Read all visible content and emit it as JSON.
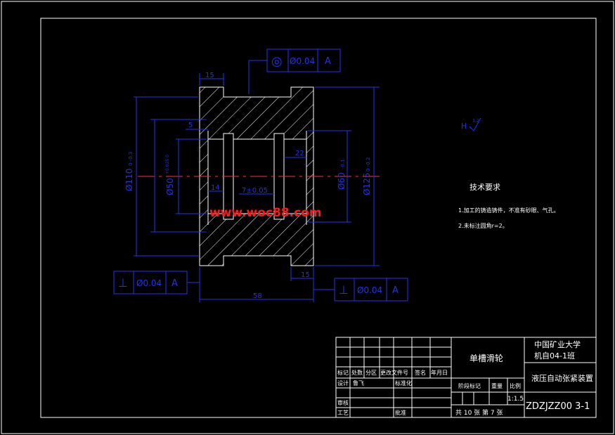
{
  "drawing": {
    "watermark": "www.woc88.com",
    "part_title": "单槽滑轮",
    "tech": {
      "heading": "技术要求",
      "note1": "1.加工的铸造铸件，不准有砂眼、气孔。",
      "note2": "2.未标注圆角r=2。"
    },
    "roughness": {
      "letter": "H",
      "sym": "3.2"
    },
    "gdt": {
      "top": {
        "symbol": "◎",
        "tol": "Ø0.04",
        "datum": "A"
      },
      "left": {
        "symbol": "⊥",
        "tol": "Ø0.04",
        "datum": "A"
      },
      "right": {
        "symbol": "⊥",
        "tol": "Ø0.04",
        "datum": "A"
      }
    },
    "dims": {
      "d15_top": "15",
      "d5": "5",
      "d22": "22",
      "d14": "14",
      "d7": "7±0.05",
      "d15_bottom": "15",
      "d58": "58",
      "dia110": "Ø110",
      "dia110_tol": "0 -0.3",
      "dia50": "Ø50",
      "dia50_tol": "+0.025 0",
      "dia60": "Ø60",
      "dia60_tol": "-0.1",
      "dia125": "Ø125",
      "dia125_tol": "0 -0.2"
    },
    "title_block": {
      "school": "中国矿业大学",
      "cls": "机自04-1班",
      "assembly": "液压自动张紧装置",
      "drawing_no": "ZDZJZZ00 3-1",
      "scale": "1:1.5",
      "scale_label": "比例",
      "stage_label": "阶段标记",
      "weight_label": "重量",
      "sheet_info": "共 10 张   第 7 张",
      "row_labels": [
        "标记",
        "处数",
        "分区",
        "更改文件号",
        "签名",
        "年月日"
      ],
      "design": "设计",
      "designer": "鲁飞",
      "standard": "标准化",
      "review": "审核",
      "process": "工艺",
      "approve": "批准"
    }
  }
}
